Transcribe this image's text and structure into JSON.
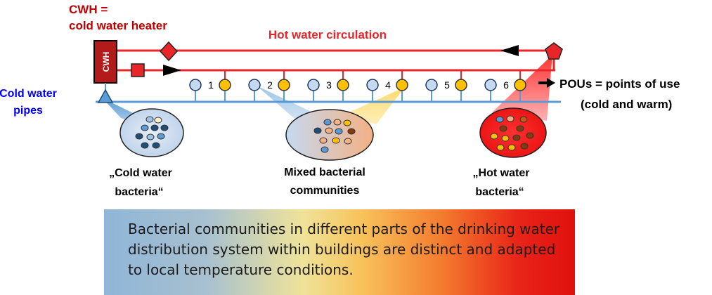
{
  "labels": {
    "cwh_def_line1": "CWH =",
    "cwh_def_line2": "cold water heater",
    "cwh_box": "CWH",
    "hot_circulation": "Hot water circulation",
    "cold_pipes_line1": "Cold water",
    "cold_pipes_line2": "pipes",
    "pou_def_line1": "POUs = points of use",
    "pou_def_line2": "(cold and warm)",
    "cold_bacteria_line1": "„Cold water",
    "cold_bacteria_line2": "bacteria“",
    "mixed_line1": "Mixed bacterial",
    "mixed_line2": "communities",
    "hot_bacteria_line1": "„Hot water",
    "hot_bacteria_line2": "bacteria“"
  },
  "pou_numbers": [
    "1",
    "2",
    "3",
    "4",
    "5",
    "6"
  ],
  "summary": "Bacterial communities in different parts of the drinking water distribution system within buildings are distinct and adapted to local temperature conditions.",
  "colors": {
    "hot_line": "#e8262a",
    "cold_line": "#5b9bd5",
    "cwh_box": "#b31b1b",
    "cold_pou": "#c5d9f1",
    "hot_pou": "#ffc000",
    "dark_red_text": "#c00000",
    "blue_text": "#0000ff"
  }
}
